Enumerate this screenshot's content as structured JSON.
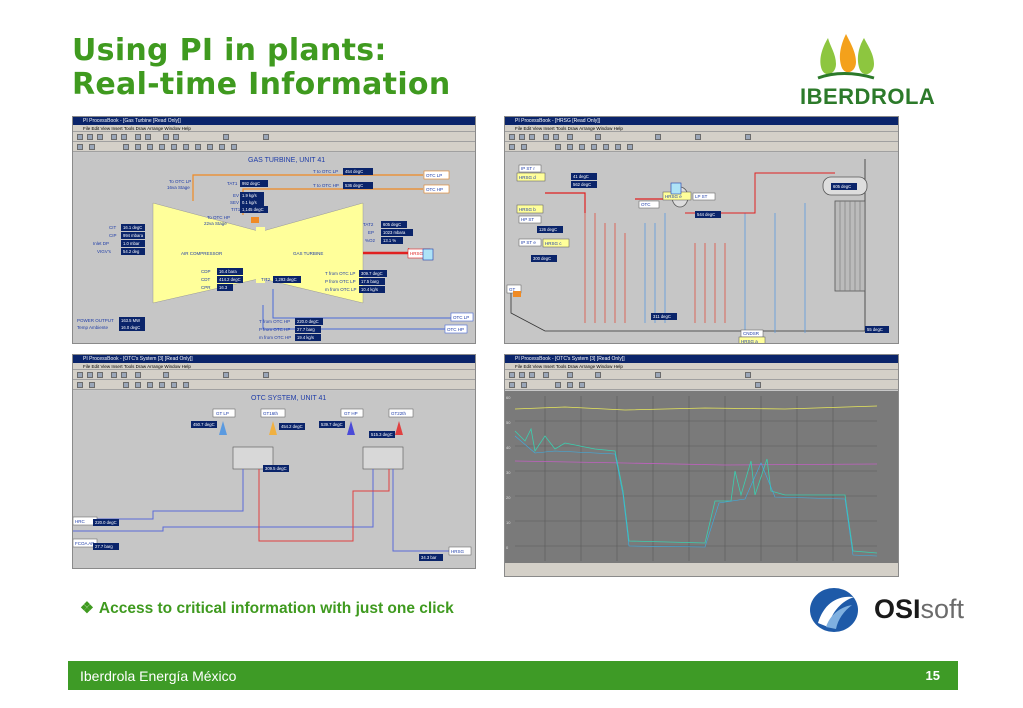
{
  "slide": {
    "title_line1": "Using PI in plants:",
    "title_line2": "Real-time Information",
    "bullet": "Access to critical information with just one click",
    "footer_text": "Iberdrola Energía México",
    "page_number": "15",
    "brand_green": "#3f9a1f"
  },
  "logos": {
    "iberdrola": "IBERDROLA",
    "osisoft_bold": "OSI",
    "osisoft_light": "soft"
  },
  "screens": {
    "menu": "File  Edit  View  Insert  Tools  Draw  Arrange  Window  Help",
    "gas_turbine": {
      "window_title": "PI ProcessBook - [Gas Turbine [Read Only]]",
      "diagram_title": "GAS TURBINE, UNIT 41",
      "labels": {
        "to_otc_lp": "To OTC LP",
        "stage_16": "16va Stage",
        "t_to_otc_lp": "T to OTC LP",
        "t_to_otc_hp": "T to OTC HP",
        "tat1": "TAT1",
        "ev": "EV",
        "sev": "SEV",
        "tit1": "TIT1",
        "to_otc_hp": "To OTC HP",
        "stage_22": "22va Stage",
        "cit": "CIT",
        "cip": "CIP",
        "inlet_dp": "Inlet DP",
        "vigvs": "VIGV's",
        "air_compressor": "AIR COMPRESSOR",
        "gas_turbine": "GAS TURBINE",
        "tat2": "TAT2",
        "ep": "EP",
        "o2": "%O2",
        "hrsg": "HRSG",
        "cdp": "CDP",
        "cdt": "CDT",
        "cpr": "CPR",
        "tit2": "TIT2",
        "t_from_lp": "T from OTC LP",
        "p_from_lp": "P from OTC LP",
        "m_from_lp": "m from OTC LP",
        "power_output": "POWER OUTPUT",
        "temp_ambiente": "Temp Ambiente",
        "t_from_hp": "T from OTC HP",
        "p_from_hp": "P from OTC HP",
        "m_from_hp": "m from OTC HP",
        "otc_lp": "OTC LP",
        "otc_hp": "OTC HP"
      },
      "values": {
        "t_to_otc_lp": "454 degC",
        "t_to_otc_hp": "536 degC",
        "tat1": "992 degC",
        "ev": "1.9 kg/s",
        "sev": "0.1 kg/s",
        "tit1": "1,145 degC",
        "cit": "16.1 degC",
        "cip": "994 mbara",
        "inlet_dp": "1.0 mbar",
        "vigvs": "54.2 deg",
        "tat2": "605 degC",
        "ep": "1023 mbara",
        "o2": "13.1 %",
        "cdp": "16.4 bara",
        "cdt": "414.2 degC",
        "cpr": "16.3",
        "tit2": "1,293 degC",
        "t_from_lp": "309.7 degC",
        "p_from_lp": "17.5 barg",
        "m_from_lp": "10.4 kg/s",
        "power_output": "163.5 MW",
        "temp_ambiente": "16.0 degC",
        "t_from_hp": "220.0 degC",
        "p_from_hp": "27.7 barg",
        "m_from_hp": "19.4 kg/s"
      }
    },
    "hrsg": {
      "window_title": "PI ProcessBook - [HRSG [Read Only]]",
      "labels": {
        "hrsg_d": "HRSG d",
        "hrsg_b": "HRSG b",
        "hrsg_c": "HRSG c",
        "hrsg_e": "HRSG e",
        "hrsg_a": "HRSG a",
        "lp_st": "LP ST",
        "hp_st": "HP ST",
        "ip_st_r": "IP ST r",
        "ip_st_e": "IP ST e",
        "otc": "OTC",
        "gt": "GT",
        "cndsr": "CNDSR"
      },
      "values": {
        "v1": "41 degC",
        "v2": "562 degC",
        "v3": "126 degC",
        "v4": "300 degC",
        "v5": "544 degC",
        "v6": "311 degC",
        "v7": "605 degC",
        "v8": "55 degC"
      }
    },
    "otc": {
      "window_title": "PI ProcessBook - [OTC's System [3] [Read Only]]",
      "diagram_title": "OTC SYSTEM, UNIT 41",
      "labels": {
        "gt_lp": "GT LP",
        "gt16th": "GT16th",
        "gt_hp": "GT HP",
        "gt22th": "GT22th",
        "hrsg": "HRSG",
        "hrsg_left": "HRC",
        "fcoa": "FCOA AP"
      },
      "values": {
        "v1": "450.7 degC",
        "v2": "454.2 degC",
        "v3": "539.7 degC",
        "v4": "515.3 degC",
        "v5": "309.5 degC",
        "v6": "220.0 degC",
        "v7": "27.7 barg",
        "v8": "34.3 bar"
      }
    },
    "trend": {
      "window_title": "PI ProcessBook - [OTC's System [3] [Read Only]]",
      "y_ticks": [
        "60",
        "50",
        "40",
        "30",
        "20",
        "10",
        "0"
      ]
    }
  }
}
